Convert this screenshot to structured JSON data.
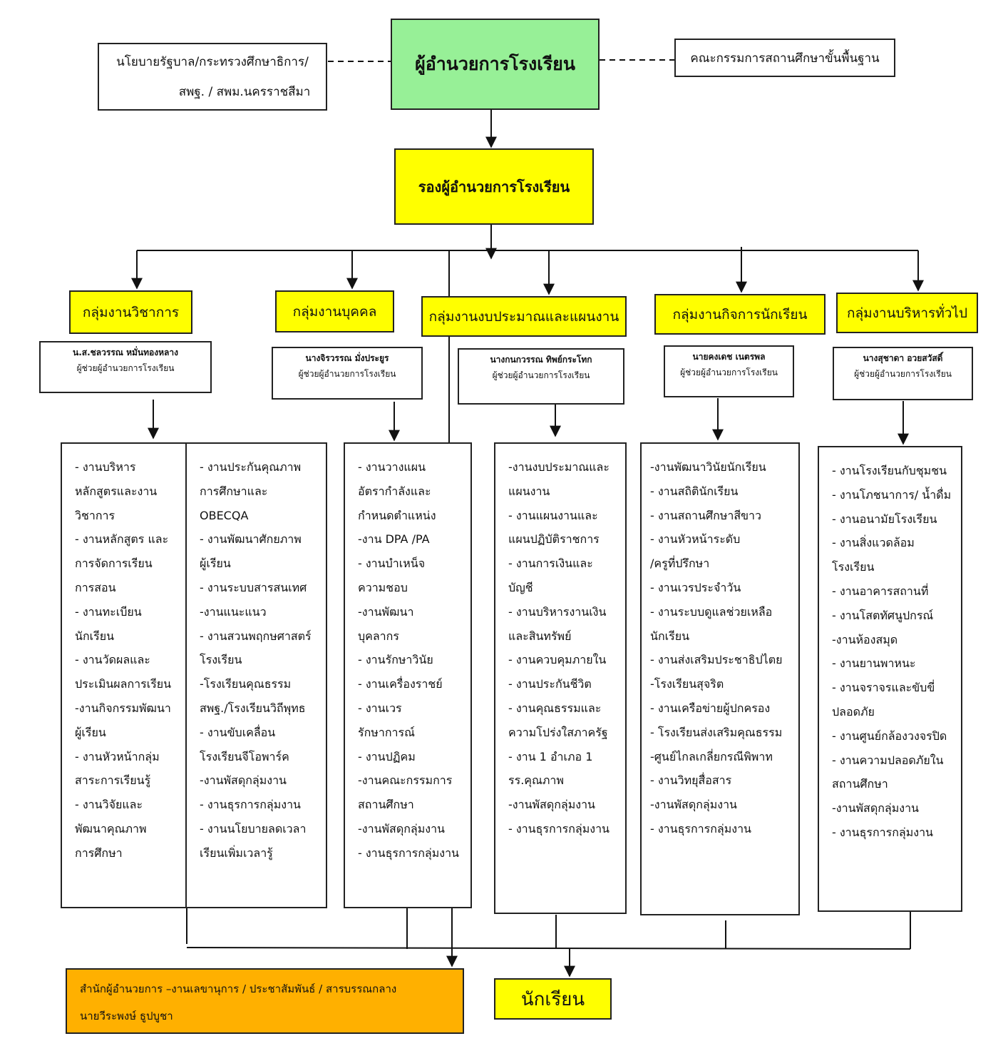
{
  "director": "ผู้อำนวยการโรงเรียน",
  "policy": {
    "line1": "นโยบายรัฐบาล/กระทรวงศึกษาธิการ/",
    "line2": "สพฐ. / สพม.นครราชสีมา"
  },
  "committee": "คณะกรรมการสถานศึกษาขั้นพื้นฐาน",
  "deputy": "รองผู้อำนวยการโรงเรียน",
  "groups": [
    {
      "name": "กลุ่มงานวิชาการ",
      "head_name": "น.ส.ชลวรรณ  หมั่นทองหลาง",
      "head_role": "ผู้ช่วยผู้อำนวยการโรงเรียน",
      "duties_col1": [
        "- งานบริหาร",
        "หลักสูตรและงาน",
        "วิชาการ",
        "-  งานหลักสูตร และ",
        "การจัดการเรียน",
        "การสอน",
        "- งานทะเบียน",
        "นักเรียน",
        "- งานวัดผลและ",
        "ประเมินผลการเรียน",
        "-งานกิจกรรมพัฒนา",
        "ผู้เรียน",
        "- งานหัวหน้ากลุ่ม",
        "สาระการเรียนรู้",
        "- งานวิจัยและ",
        "พัฒนาคุณภาพ",
        "การศึกษา"
      ],
      "duties_col2": [
        "- งานประกันคุณภาพ",
        "การศึกษาและ",
        "OBECQA",
        "- งานพัฒนาศักยภาพ",
        "ผู้เรียน",
        "- งานระบบสารสนเทศ",
        "-งานแนะแนว",
        "- งานสวนพฤกษศาสตร์",
        "โรงเรียน",
        "-โรงเรียนคุณธรรม",
        "สพฐ./โรงเรียนวิถีพุทธ",
        "-  งานขับเคลื่อน",
        "โรงเรียนจีโอพาร์ค",
        "-งานพัสดุกลุ่มงาน",
        "- งานธุรการกลุ่มงาน",
        "- งานนโยบายลดเวลา",
        "เรียนเพิ่มเวลารู้"
      ]
    },
    {
      "name": "กลุ่มงานบุคคล",
      "head_name": "นางจิรวรรณ  มั่งประยูร",
      "head_role": "ผู้ช่วยผู้อำนวยการโรงเรียน",
      "duties": [
        "- งานวางแผน",
        "อัตรากำลังและ",
        "กำหนดตำแหน่ง",
        "-งาน DPA /PA",
        "- งานบำเหน็จ",
        "ความชอบ",
        "-งานพัฒนา",
        "บุคลากร",
        "- งานรักษาวินัย",
        "- งานเครื่องราชย์",
        "- งานเวร",
        "รักษาการณ์",
        "- งานปฏิคม",
        "-งานคณะกรรมการ",
        "สถานศึกษา",
        "-งานพัสดุกลุ่มงาน",
        "- งานธุรการกลุ่มงาน"
      ]
    },
    {
      "name": "กลุ่มงานงบประมาณและแผนงาน",
      "head_name": "นางกนกวรรณ  ทิพย์กระโทก",
      "head_role": "ผู้ช่วยผู้อำนวยการโรงเรียน",
      "duties": [
        "-งานงบประมาณและ",
        "แผนงาน",
        "- งานแผนงานและ",
        "แผนปฏิบัติราชการ",
        "- งานการเงินและ",
        "บัญชี",
        "- งานบริหารงานเงิน",
        "และสินทรัพย์",
        "- งานควบคุมภายใน",
        "- งานประกันชีวิต",
        "- งานคุณธรรมและ",
        "ความโปร่งใสภาครัฐ",
        "- งาน 1 อำเภอ 1",
        "รร.คุณภาพ",
        "-งานพัสดุกลุ่มงาน",
        "- งานธุรการกลุ่มงาน"
      ]
    },
    {
      "name": "กลุ่มงานกิจการนักเรียน",
      "head_name": "นายคงเดช  เนตรพล",
      "head_role": "ผู้ช่วยผู้อำนวยการโรงเรียน",
      "duties": [
        "-งานพัฒนาวินัยนักเรียน",
        "- งานสถิตินักเรียน",
        "- งานสถานศึกษาสีขาว",
        " - งานหัวหน้าระดับ",
        "/ครูที่ปรึกษา",
        "- งานเวรประจำวัน",
        "- งานระบบดูแลช่วยเหลือ",
        "นักเรียน",
        "- งานส่งเสริมประชาธิปไตย",
        "-โรงเรียนสุจริต",
        "- งานเครือข่ายผู้ปกครอง",
        "- โรงเรียนส่งเสริมคุณธรรม",
        "-ศูนย์ไกลเกลี่ยกรณีพิพาท",
        "- งานวิทยุสื่อสาร",
        "-งานพัสดุกลุ่มงาน",
        "- งานธุรการกลุ่มงาน"
      ]
    },
    {
      "name": "กลุ่มงานบริหารทั่วไป",
      "head_name": "นางสุชาดา  อวยสวัสดิ์",
      "head_role": "ผู้ช่วยผู้อำนวยการโรงเรียน",
      "duties": [
        "- งานโรงเรียนกับชุมชน",
        "- งานโภชนาการ/ น้ำดื่ม",
        "- งานอนามัยโรงเรียน",
        "- งานสิ่งแวดล้อม",
        "โรงเรียน",
        "- งานอาคารสถานที่",
        "- งานโสตทัศนูปกรณ์",
        "-งานห้องสมุด",
        "- งานยานพาหนะ",
        "- งานจราจรและขับขี่",
        "ปลอดภัย",
        "- งานศูนย์กล้องวงจรปิด",
        "-  งานความปลอดภัยใน",
        "สถานศึกษา",
        "-งานพัสดุกลุ่มงาน",
        "- งานธุรการกลุ่มงาน"
      ]
    }
  ],
  "office": {
    "line1": "สำนักผู้อำนวยการ –งานเลขานุการ  / ประชาสัมพันธ์ / สารบรรณกลาง",
    "line2": "นายวีระพงษ์  ธูปบูชา"
  },
  "students": "นักเรียน",
  "colors": {
    "director_fill": "#97f097",
    "deputy_fill": "#ffff00",
    "office_fill": "#ffb000",
    "line": "#111111"
  }
}
